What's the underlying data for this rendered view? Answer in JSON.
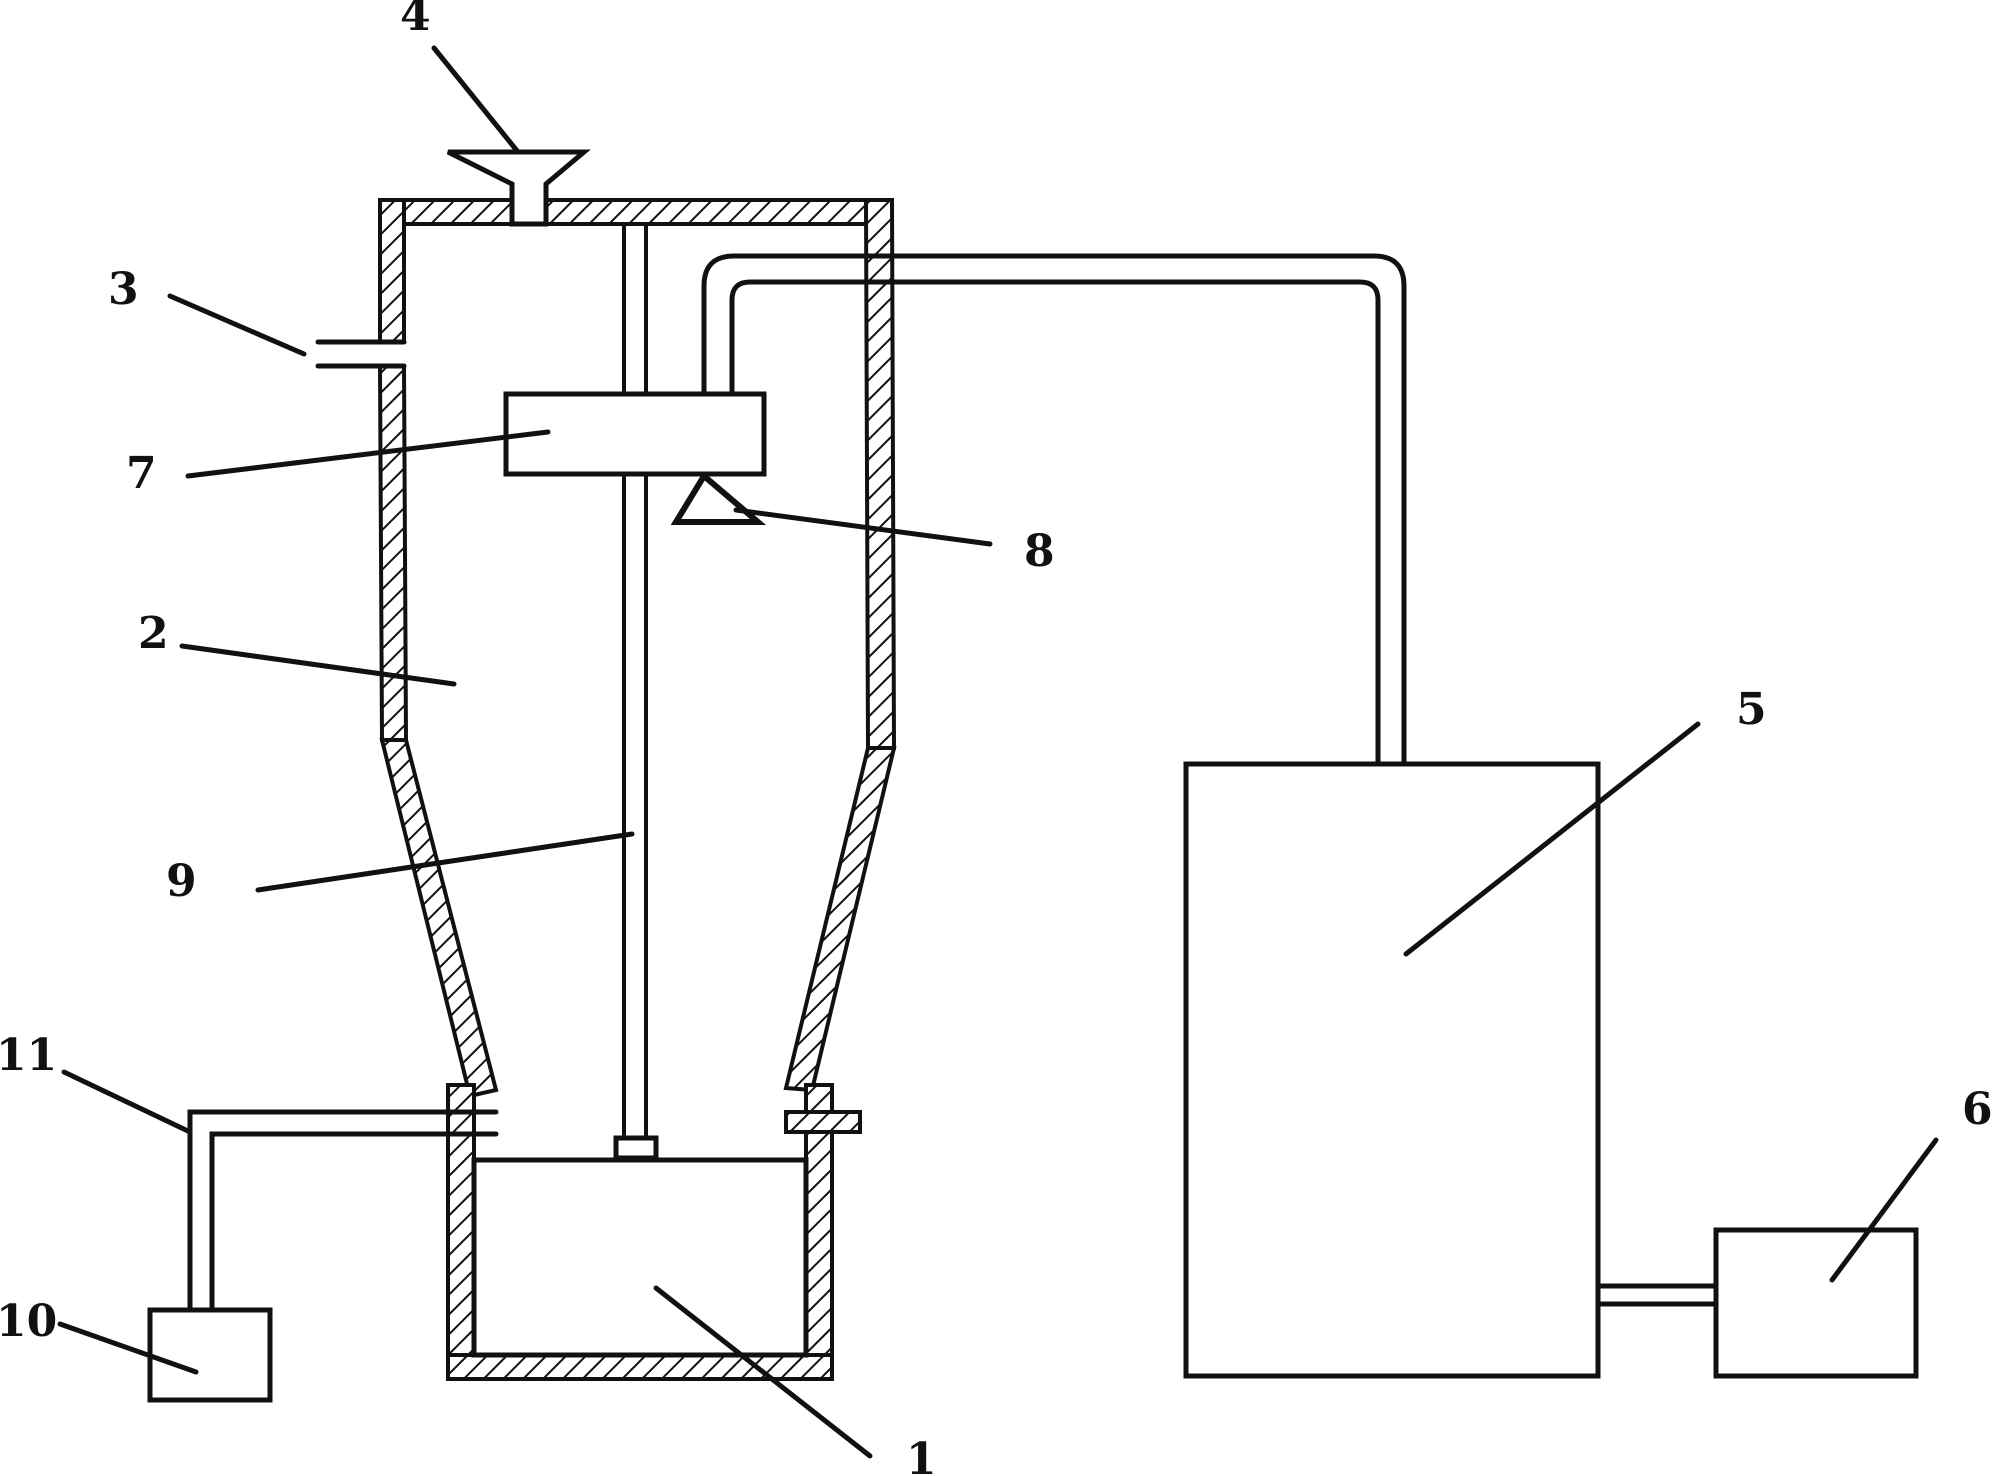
{
  "labels": {
    "part_1": "1",
    "part_2": "2",
    "part_3": "3",
    "part_4": "4",
    "part_5": "5",
    "part_6": "6",
    "part_7": "7",
    "part_8": "8",
    "part_9": "9",
    "part_10": "10",
    "part_11": "11"
  },
  "colors": {
    "ink": "#111111",
    "background": "#ffffff"
  }
}
